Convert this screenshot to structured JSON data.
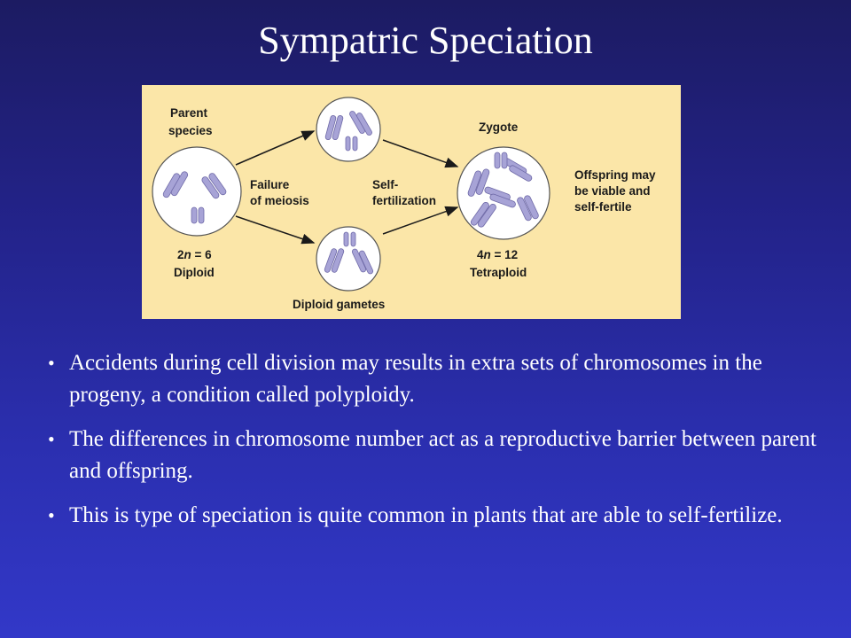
{
  "slide": {
    "title": "Sympatric Speciation"
  },
  "figure": {
    "parent_line1": "Parent",
    "parent_line2": "species",
    "failure_line1": "Failure",
    "failure_line2": "of meiosis",
    "self_line1": "Self-",
    "self_line2": "fertilization",
    "zygote": "Zygote",
    "offspring_line1": "Offspring may",
    "offspring_line2": "be viable and",
    "offspring_line3": "self-fertile",
    "diploid_count_n": "n",
    "diploid_count_prefix": "2",
    "diploid_count_value": " = 6",
    "diploid": "Diploid",
    "tetraploid_count_prefix": "4",
    "tetraploid_count_n": "n",
    "tetraploid_count_value": " = 12",
    "tetraploid": "Tetraploid",
    "gametes": "Diploid gametes",
    "colors": {
      "panel": "#fbe6a8",
      "cell_fill": "#ffffff",
      "chromosome": "#a7a3d6",
      "chromosome_outline": "#6f6aa8"
    }
  },
  "bullets": [
    "Accidents during cell division may results in extra sets of chromosomes in the progeny, a condition called polyploidy.",
    "The differences in chromosome number act as a reproductive barrier between parent and offspring.",
    "This is type of speciation is quite common in plants that are able to self-fertilize."
  ],
  "bullet_symbol": "•"
}
